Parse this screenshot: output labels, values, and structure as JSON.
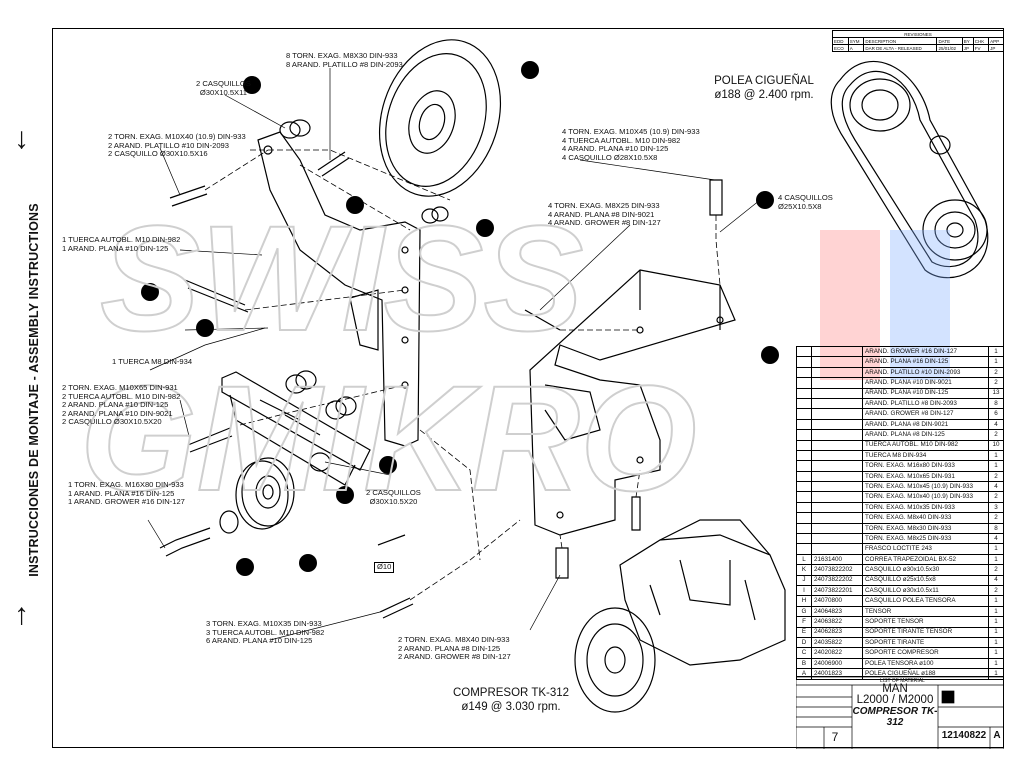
{
  "side_panel": {
    "vertical_text": "INSTRUCCIONES DE MONTAJE - ASSEMBLY INSTRUCTIONS",
    "arrow_top": "↓",
    "arrow_bottom": "↑"
  },
  "revisions": {
    "header": "REVISIONES",
    "columns": [
      "EDD",
      "SYM",
      "DESCRIPTION",
      "DATE",
      "BY",
      "CHK",
      "APP"
    ],
    "row": [
      "ECO",
      "A",
      "DAR DE ALTA - RELEASED",
      "25/01/02",
      "JP",
      "FV",
      "JP"
    ]
  },
  "labels": {
    "pulley_title": "POLEA CIGUEÑAL",
    "pulley_spec": "ø188 @ 2.400 rpm.",
    "compressor_title": "COMPRESOR TK-312",
    "compressor_spec": "ø149 @ 3.030 rpm."
  },
  "callouts": [
    {
      "id": "c1",
      "lines": [
        "8 TORN. EXAG. M8x30 DIN-933",
        "8 ARAND. PLATILLO #8 DIN-2093"
      ]
    },
    {
      "id": "c2",
      "lines": [
        "2 CASQUILLOS",
        "ø30x10.5x11"
      ]
    },
    {
      "id": "c3",
      "lines": [
        "2 TORN. EXAG. M10x40 (10.9) DIN-933",
        "2 ARAND. PLATILLO #10 DIN-2093",
        "2 CASQUILLO ø30x10.5x16"
      ]
    },
    {
      "id": "c4",
      "lines": [
        "1 TUERCA AUTOBL. M10 DIN-982",
        "1 ARAND. PLANA #10 DIN-125"
      ]
    },
    {
      "id": "c5",
      "lines": [
        "1 TUERCA M8 DIN-934"
      ]
    },
    {
      "id": "c6",
      "lines": [
        "2 TORN. EXAG. M10x65 DIN-931",
        "2 TUERCA AUTOBL. M10 DIN-982",
        "2 ARAND. PLANA #10 DIN-125",
        "2 ARAND. PLANA #10 DIN-9021",
        "2 CASQUILLO ø30x10.5x20"
      ]
    },
    {
      "id": "c7",
      "lines": [
        "1 TORN. EXAG. M16x80 DIN-933",
        "1 ARAND. PLANA #16 DIN-125",
        "1 ARAND. GROWER #16 DIN-127"
      ]
    },
    {
      "id": "c8",
      "lines": [
        "2 CASQUILLOS",
        "ø30x10.5x20"
      ]
    },
    {
      "id": "c9",
      "lines": [
        "3 TORN. EXAG. M10x35 DIN-933",
        "3 TUERCA AUTOBL. M10 DIN-982",
        "6 ARAND. PLANA #10 DIN-125"
      ]
    },
    {
      "id": "c10",
      "lines": [
        "2 TORN. EXAG. M8x40 DIN-933",
        "2 ARAND. PLANA #8 DIN-125",
        "2 ARAND. GROWER #8 DIN-127"
      ]
    },
    {
      "id": "c11",
      "lines": [
        "4 TORN. EXAG. M10x45 (10.9) DIN-933",
        "4 TUERCA AUTOBL. M10 DIN-982",
        "4 ARAND. PLANA #10 DIN-125",
        "4 CASQUILLO ø28x10.5x8"
      ]
    },
    {
      "id": "c12",
      "lines": [
        "4 TORN. EXAG. M8x25 DIN-933",
        "4 ARAND. PLANA #8 DIN-9021",
        "4 ARAND. GROWER #8 DIN-127"
      ]
    },
    {
      "id": "c13",
      "lines": [
        "4 CASQUILLOS",
        "ø25x10.5x8"
      ]
    },
    {
      "id": "c14",
      "lines": [
        "ø10"
      ]
    }
  ],
  "bom_upper": [
    {
      "desc": "ARAND. GROWER #16 DIN-127",
      "qty": "1"
    },
    {
      "desc": "ARAND. PLANA #16 DIN-125",
      "qty": "1"
    },
    {
      "desc": "ARAND. PLATILLO #10 DIN-2093",
      "qty": "2"
    },
    {
      "desc": "ARAND. PLANA #10 DIN-9021",
      "qty": "2"
    },
    {
      "desc": "ARAND. PLANA #10 DIN-125",
      "qty": "13"
    },
    {
      "desc": "ARAND. PLATILLO #8 DIN-2093",
      "qty": "8"
    },
    {
      "desc": "ARAND. GROWER #8 DIN-127",
      "qty": "6"
    },
    {
      "desc": "ARAND. PLANA #8 DIN-9021",
      "qty": "4"
    },
    {
      "desc": "ARAND. PLANA #8 DIN-125",
      "qty": "2"
    },
    {
      "desc": "TUERCA AUTOBL. M10 DIN-982",
      "qty": "10"
    },
    {
      "desc": "TUERCA M8 DIN-934",
      "qty": "1"
    },
    {
      "desc": "TORN. EXAG. M16x80 DIN-933",
      "qty": "1"
    },
    {
      "desc": "TORN. EXAG. M10x65 DIN-931",
      "qty": "2"
    },
    {
      "desc": "TORN. EXAG. M10x45 (10.9) DIN-933",
      "qty": "4"
    },
    {
      "desc": "TORN. EXAG. M10x40 (10.9) DIN-933",
      "qty": "2"
    },
    {
      "desc": "TORN. EXAG. M10x35 DIN-933",
      "qty": "3"
    },
    {
      "desc": "TORN. EXAG. M8x40 DIN-933",
      "qty": "2"
    },
    {
      "desc": "TORN. EXAG. M8x30 DIN-933",
      "qty": "8"
    },
    {
      "desc": "TORN. EXAG. M8x25 DIN-933",
      "qty": "4"
    },
    {
      "desc": "FRASCO LOCTITE 243",
      "qty": "1"
    }
  ],
  "bom_lower": [
    {
      "letter": "L",
      "number": "21631400",
      "desc": "CORREA TRAPEZOIDAL BX-52",
      "qty": "1"
    },
    {
      "letter": "K",
      "number": "24073822202",
      "desc": "CASQUILLO ø30x10.5x30",
      "qty": "2"
    },
    {
      "letter": "J",
      "number": "24073822202",
      "desc": "CASQUILLO ø25x10.5x8",
      "qty": "4"
    },
    {
      "letter": "I",
      "number": "24073822201",
      "desc": "CASQUILLO ø30x10.5x11",
      "qty": "2"
    },
    {
      "letter": "H",
      "number": "24070800",
      "desc": "CASQUILLO POLEA TENSORA",
      "qty": "1"
    },
    {
      "letter": "G",
      "number": "24064823",
      "desc": "TENSOR",
      "qty": "1"
    },
    {
      "letter": "F",
      "number": "24063822",
      "desc": "SOPORTE TENSOR",
      "qty": "1"
    },
    {
      "letter": "E",
      "number": "24062823",
      "desc": "SOPORTE TIRANTE TENSOR",
      "qty": "1"
    },
    {
      "letter": "D",
      "number": "24035822",
      "desc": "SOPORTE TIRANTE",
      "qty": "1"
    },
    {
      "letter": "C",
      "number": "24020822",
      "desc": "SOPORTE COMPRESOR",
      "qty": "1"
    },
    {
      "letter": "B",
      "number": "24006900",
      "desc": "POLEA TENSORA ø100",
      "qty": "1"
    },
    {
      "letter": "A",
      "number": "24001823",
      "desc": "POLEA CIGUEÑAL ø188",
      "qty": "1"
    }
  ],
  "title_block": {
    "list_header": "LIST OF MATERIAL",
    "model": "MAN",
    "series": "L2000 / M2000",
    "subtitle": "COMPRESOR TK-312",
    "sheet_no": "7",
    "drawing_no": "12140822",
    "revision": "A"
  },
  "watermark": {
    "text_1": "SWISS",
    "text_2": "GMIKRO",
    "color_1": "#ff8080",
    "color_2": "#80b0ff"
  }
}
